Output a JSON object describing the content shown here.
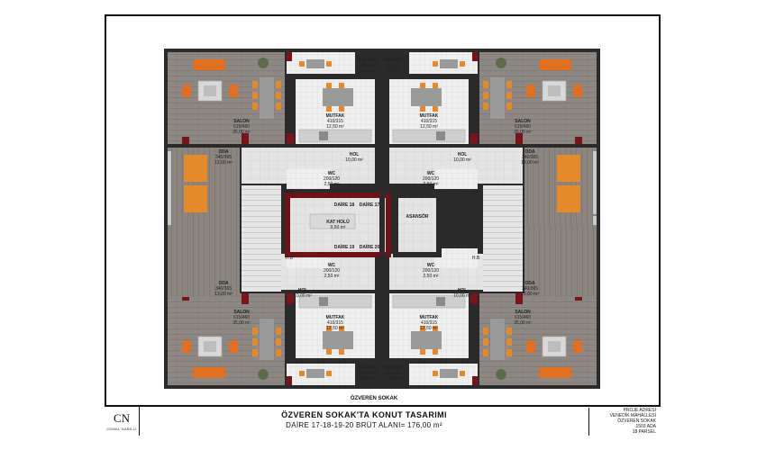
{
  "labels": {
    "salon_tl": [
      "SALON",
      "615/460",
      "35,00 m²"
    ],
    "salon_tr": [
      "SALON",
      "615/460",
      "35,00 m²"
    ],
    "salon_bl": [
      "SALON",
      "615/460",
      "35,00 m²"
    ],
    "salon_br": [
      "SALON",
      "615/460",
      "35,00 m²"
    ],
    "balkon_tl": [
      "BALKON",
      "295/130",
      "4,00 m²"
    ],
    "balkon_tr": [
      "BALKON",
      "295/130",
      "4,00 m²"
    ],
    "balkon_bl": [
      "BALKON",
      "295/130",
      "4,00 m²"
    ],
    "balkon_br": [
      "BALKON",
      "295/130",
      "4,00 m²"
    ],
    "mutfak_tl": [
      "MUTFAK",
      "410/315",
      "12,50 m²"
    ],
    "mutfak_tr": [
      "MUTFAK",
      "410/315",
      "12,50 m²"
    ],
    "mutfak_bl": [
      "MUTFAK",
      "410/315",
      "12,50 m²"
    ],
    "mutfak_br": [
      "MUTFAK",
      "410/315",
      "12,50 m²"
    ],
    "oda_tl": [
      "ODA",
      "340/365",
      "13,00 m²"
    ],
    "oda_tr": [
      "ODA",
      "340/365",
      "13,00 m²"
    ],
    "oda_bl": [
      "ODA",
      "340/365",
      "13,00 m²"
    ],
    "oda_br": [
      "ODA",
      "340/365",
      "13,00 m²"
    ],
    "hol_tl": [
      "HOL",
      "10,00 m²"
    ],
    "hol_tr": [
      "HOL",
      "10,00 m²"
    ],
    "hol_bl": [
      "HOL",
      "10,00 m²"
    ],
    "hol_br": [
      "HOL",
      "10,00 m²"
    ],
    "wc_tl": [
      "WC",
      "200/120",
      "2,50 m²"
    ],
    "wc_tr": [
      "WC",
      "200/120",
      "2,50 m²"
    ],
    "wc_bl": [
      "WC",
      "200/120",
      "2,50 m²"
    ],
    "wc_br": [
      "WC",
      "200/120",
      "2,50 m²"
    ],
    "hb": "H.B",
    "daire_18": "DAİRE 18",
    "daire_17": "DAİRE 17",
    "daire_19": "DAİRE 19",
    "daire_20": "DAİRE 20",
    "kat_holu": [
      "KAT HOLÜ",
      "9,50 m²"
    ],
    "asansor": "ASANSÖR"
  },
  "street_label": "ÖZVEREN SOKAK",
  "title": {
    "line1": "ÖZVEREN SOKAK'TA KONUT TASARIMI",
    "line2": "DAİRE 17-18-19-20   BRÜT ALANI= 176,00 m²"
  },
  "logo": {
    "mark": "CN",
    "sub": "CEMAL NABİLLI"
  },
  "project_info": [
    "PROJE ADRESİ",
    "VENEDİK MAHALLESİ",
    "ÖZVEREN SOKAK",
    "1503 ADA",
    "18 PARSEL"
  ],
  "colors": {
    "wood_floor": "#8a8580",
    "tile_floor": "#dcdcdc",
    "wall": "#2b2b2b",
    "accent_red": "#7a1418",
    "sofa_orange": "#e0701f",
    "table_gray": "#8f8f8f",
    "chair_orange": "#e58a2a"
  }
}
